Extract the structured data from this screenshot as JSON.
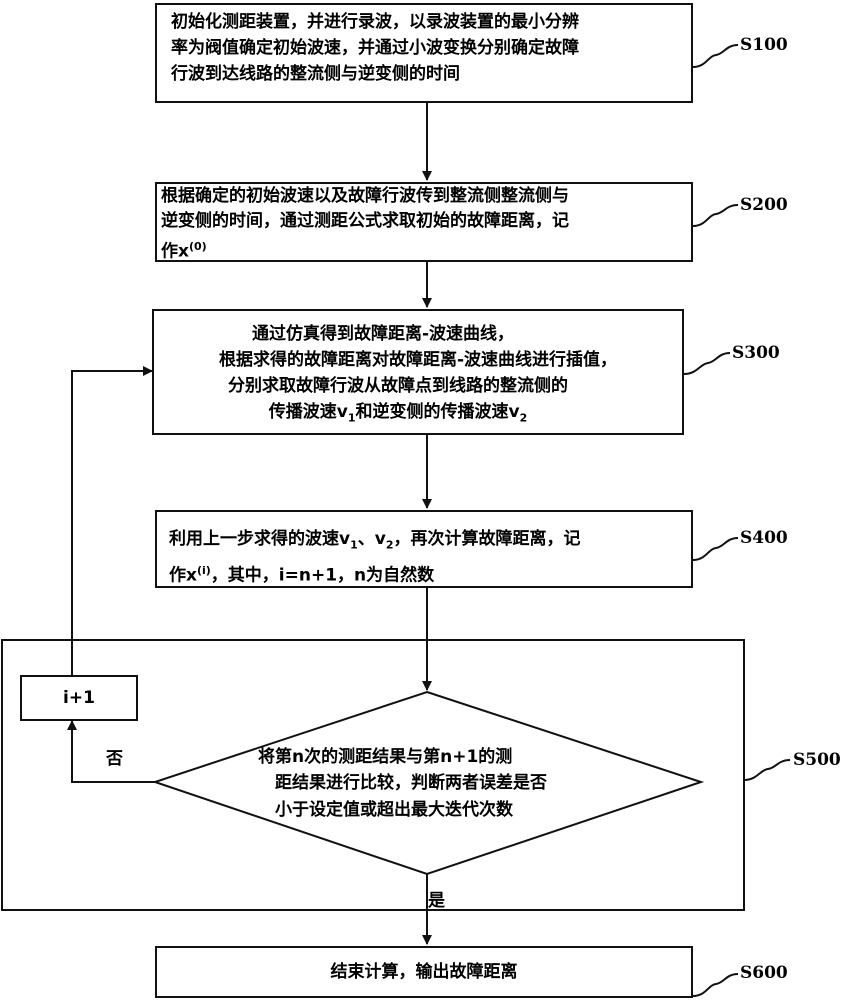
{
  "steps": {
    "s100": {
      "label": "S100",
      "lines": [
        "初始化测距装置，并进行录波，以录波装置的最小分辨",
        "率为阀值确定初始波速，并通过小波变换分别确定故障",
        "行波到达线路的整流侧与逆变侧的时间"
      ]
    },
    "s200": {
      "label": "S200",
      "lines": [
        "根据确定的初始波速以及故障行波传到整流侧整流侧与",
        "逆变侧的时间，通过测距公式求取初始的故障距离，记"
      ],
      "line3_prefix": "作x",
      "line3_sup": "(0)"
    },
    "s300": {
      "label": "S300",
      "lines": [
        "通过仿真得到故障距离-波速曲线，",
        "根据求得的故障距离对故障距离-波速曲线进行插值，",
        "分别求取故障行波从故障点到线路的整流侧的"
      ],
      "line4_a": "传播波速v",
      "line4_sub1": "1",
      "line4_b": "和逆变侧的传播波速v",
      "line4_sub2": "2"
    },
    "s400": {
      "label": "S400",
      "line1_a": "利用上一步求得的波速v",
      "line1_sub1": "1",
      "line1_b": "、v",
      "line1_sub2": "2",
      "line1_c": "，再次计算故障距离，记",
      "line2_a": "作x",
      "line2_sup": "(i)",
      "line2_b": "，其中，i=n+1，n为自然数"
    },
    "s500": {
      "label": "S500",
      "lines": [
        "将第n次的测距结果与第n+1的测",
        "距结果进行比较，判断两者误差是否",
        "小于设定值或超出最大迭代次数"
      ],
      "increment_label": "i+1",
      "no_label": "否",
      "yes_label": "是"
    },
    "s600": {
      "label": "S600",
      "text": "结束计算，输出故障距离"
    }
  }
}
